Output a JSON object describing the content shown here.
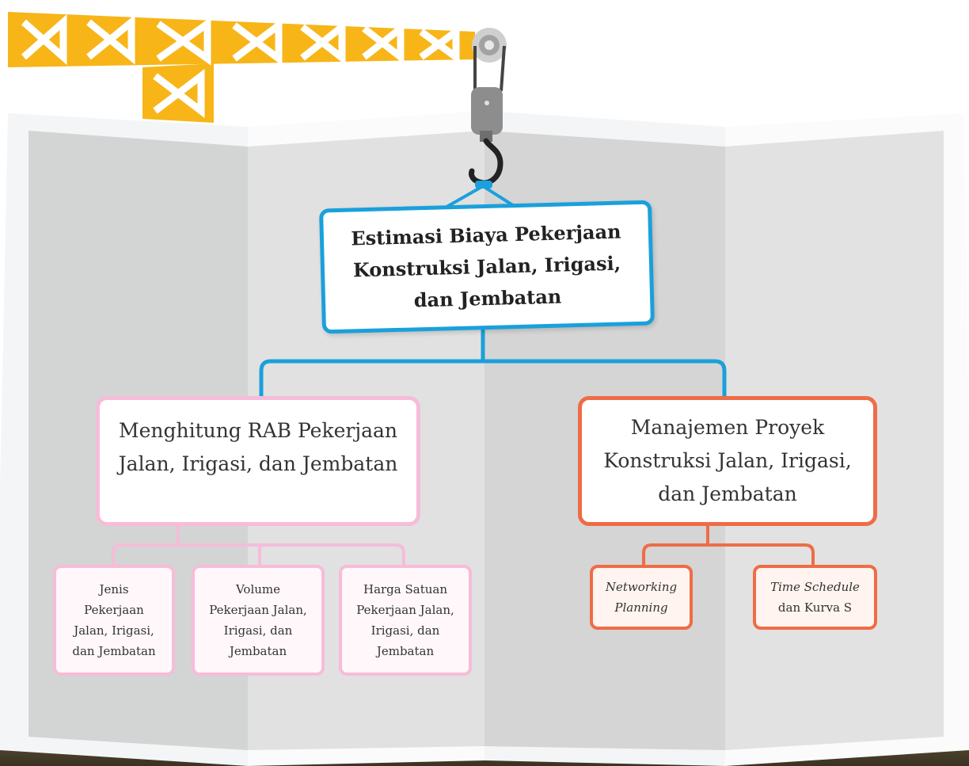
{
  "root": {
    "lines": [
      "Estimasi Biaya Pekerjaan",
      "Konstruksi Jalan, Irigasi,",
      "dan Jembatan"
    ]
  },
  "branch_left": {
    "lines": [
      "Menghitung RAB Pekerjaan",
      "Jalan, Irigasi, dan Jembatan"
    ],
    "children": [
      {
        "lines": [
          "Jenis",
          "Pekerjaan",
          "Jalan, Irigasi,",
          "dan Jembatan"
        ]
      },
      {
        "lines": [
          "Volume",
          "Pekerjaan Jalan,",
          "Irigasi, dan",
          "Jembatan"
        ]
      },
      {
        "lines": [
          "Harga Satuan",
          "Pekerjaan Jalan,",
          "Irigasi, dan",
          "Jembatan"
        ]
      }
    ]
  },
  "branch_right": {
    "lines": [
      "Manajemen Proyek",
      "Konstruksi Jalan, Irigasi,",
      "dan Jembatan"
    ],
    "children": [
      {
        "lines": [
          "Networking",
          "Planning"
        ]
      },
      {
        "italic": "Time Schedule",
        "rest": "dan Kurva S"
      }
    ]
  },
  "colors": {
    "root_border": "#1aa0dc",
    "left_branch": "#f6bcd8",
    "right_branch": "#ef6c47",
    "crane": "#f7b518",
    "paper": "#dcdcdc"
  }
}
